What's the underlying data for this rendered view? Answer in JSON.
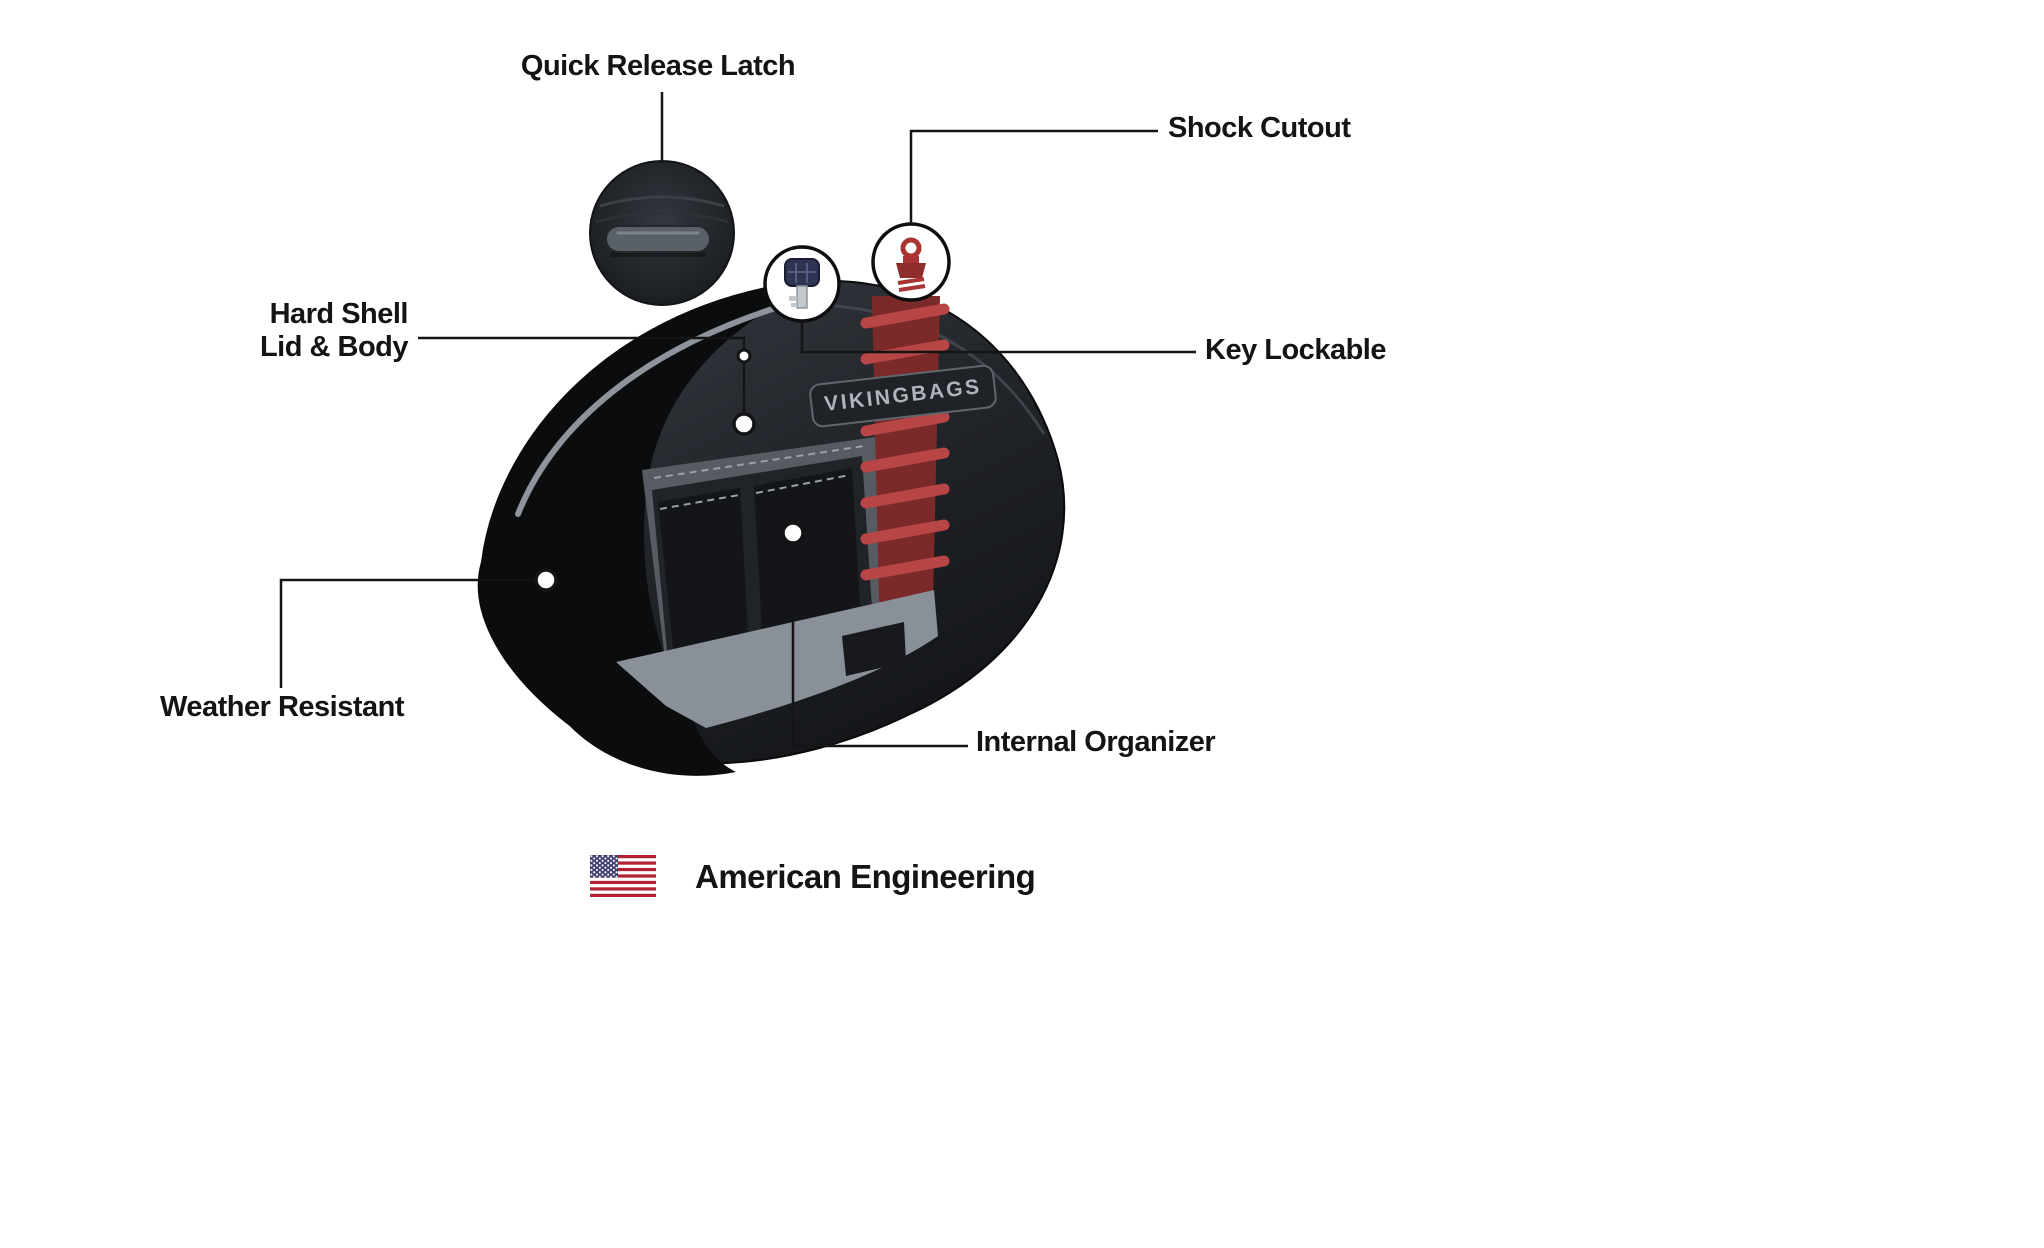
{
  "brand": {
    "badge_text": "VIKINGBAGS"
  },
  "callouts": {
    "quick_release_latch": {
      "label": "Quick Release Latch"
    },
    "shock_cutout": {
      "label": "Shock Cutout"
    },
    "hard_shell": {
      "label_line1": "Hard Shell",
      "label_line2": "Lid & Body"
    },
    "key_lockable": {
      "label": "Key Lockable"
    },
    "weather_resistant": {
      "label": "Weather Resistant"
    },
    "internal_organizer": {
      "label": "Internal Organizer"
    }
  },
  "footer": {
    "american_engineering": "American Engineering"
  },
  "icons": {
    "flag": "us-flag-icon",
    "latch": "quick-release-latch-icon",
    "key": "key-icon",
    "shock": "shock-absorber-icon"
  },
  "colors": {
    "text": "#141414",
    "bag_black": "#0b0c0e",
    "lid_gray_top": "#3a3f46",
    "lid_gray_bottom": "#141619",
    "piping_gray": "#8e949b",
    "interior_gray": "#575c63",
    "base_gray": "#8a9098",
    "shock_red": "#a93434",
    "flag_red": "#B22234",
    "flag_blue": "#3C3B6E"
  }
}
